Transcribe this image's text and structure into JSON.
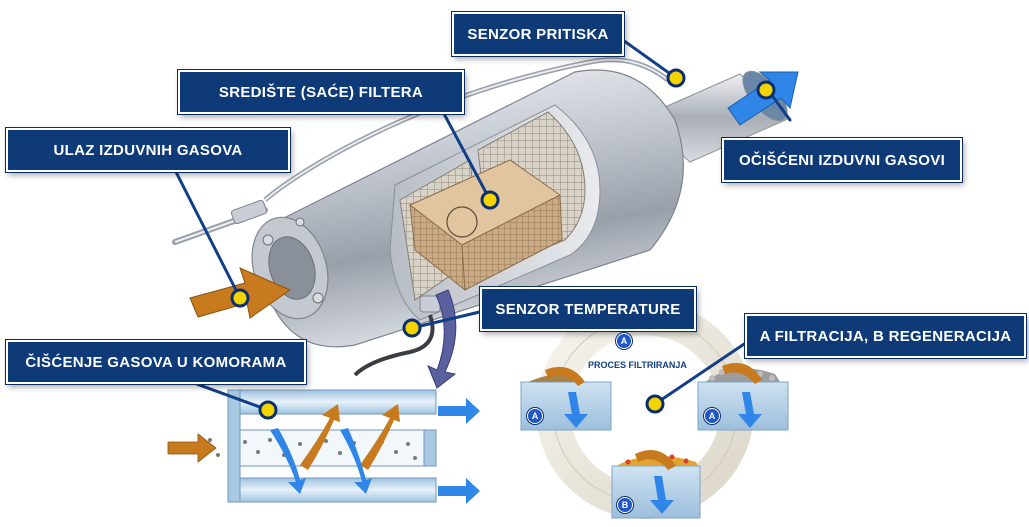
{
  "labels": {
    "pressure_sensor": "SENZOR PRITISKA",
    "filter_core": "SREDIŠTE (SAĆE) FILTERA",
    "exhaust_inlet": "ULAZ IZDUVNIH GASOVA",
    "clean_exhaust": "OČIŠĆENI IZDUVNI GASOVI",
    "temperature_sensor": "SENZOR TEMPERATURE",
    "filtration_regeneration": "A FILTRACIJA, B REGENERACIJA",
    "chamber_cleaning": "ČIŠĆENJE GASOVA U KOMORAMA"
  },
  "cycle": {
    "title": "PROCES FILTRIRANJA",
    "badge_top": "A",
    "badge_left": "A",
    "badge_right": "A",
    "badge_bottom": "B"
  },
  "colors": {
    "label_bg": "#0e3a78",
    "marker_yellow": "#f3d400",
    "marker_navy": "#0b2e6e",
    "leader_line": "#123f86",
    "inlet_arrow": "#c77a1e",
    "outlet_arrow": "#2f86e8",
    "metal_light": "#e4e7ec",
    "metal_dark": "#8c929c",
    "cycle_ring": "#ece8dd"
  },
  "icons": {
    "marker": "marker-dot-icon",
    "flow_arrow": "flow-arrow-icon"
  }
}
